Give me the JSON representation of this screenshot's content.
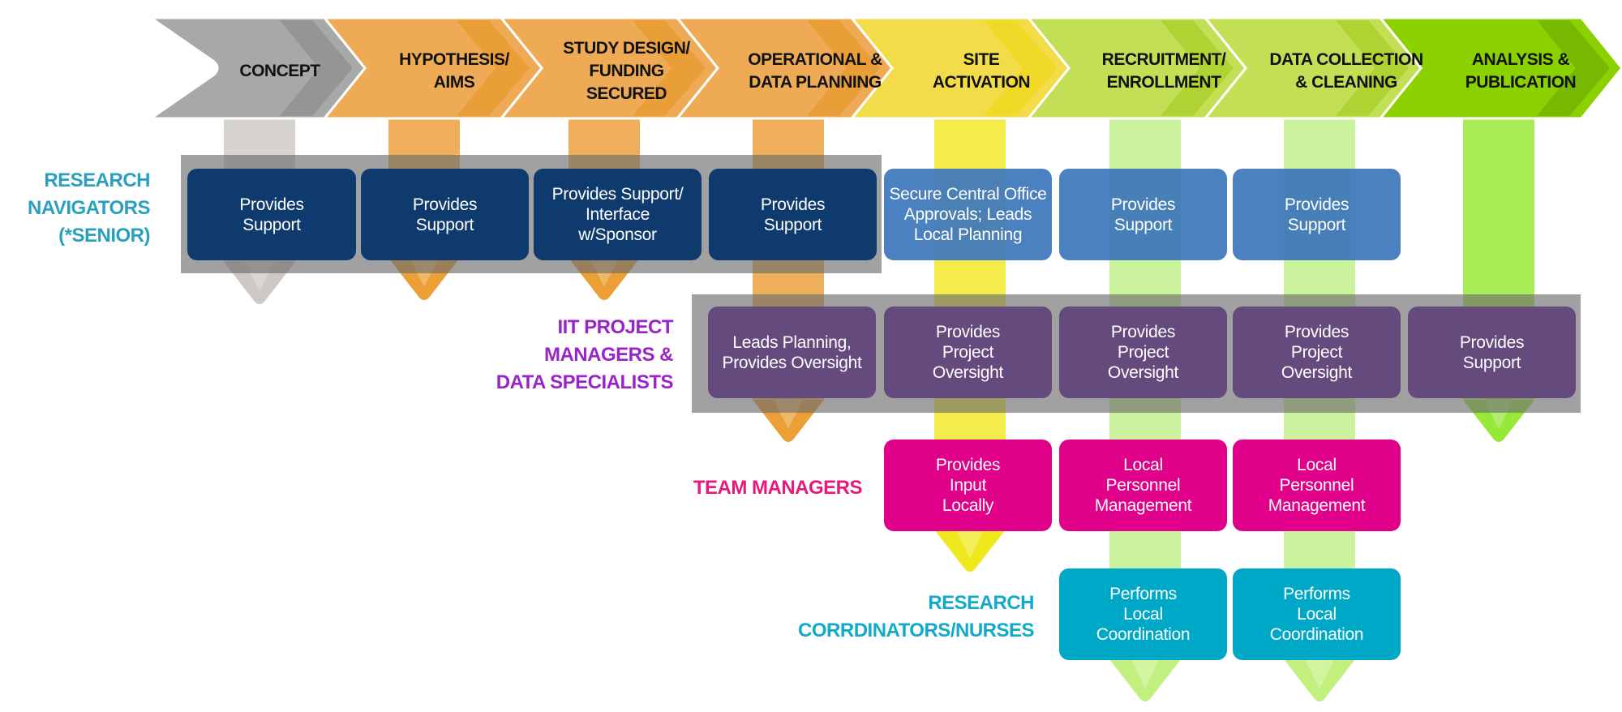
{
  "colors": {
    "gray": "#a8a8a8",
    "orange": "#eeaa55",
    "yellow": "#f3dc4a",
    "lightgreen": "#c3df56",
    "green": "#8bd100",
    "navigator_dark": "#0f3a6e",
    "navigator_light": "#4a80c0",
    "project_manager": "#654a7e",
    "team_manager": "#e0008a",
    "coordinator": "#00a8c8",
    "label_navigator": "#2aa0c0",
    "label_pm": "#9b24c8",
    "label_team": "#e6197d",
    "label_coordinator": "#13a9c9"
  },
  "phases": [
    {
      "label": "CONCEPT"
    },
    {
      "label": "HYPOTHESIS/\nAIMS"
    },
    {
      "label": "STUDY DESIGN/\nFUNDING\nSECURED"
    },
    {
      "label": "OPERATIONAL &\nDATA PLANNING"
    },
    {
      "label": "SITE\nACTIVATION"
    },
    {
      "label": "RECRUITMENT/\nENROLLMENT"
    },
    {
      "label": "DATA COLLECTION\n& CLEANING"
    },
    {
      "label": "ANALYSIS &\nPUBLICATION"
    }
  ],
  "roles": {
    "navigators": {
      "label": "RESEARCH\nNAVIGATORS\n(*SENIOR)",
      "boxes": [
        {
          "text": "Provides\nSupport"
        },
        {
          "text": "Provides\nSupport"
        },
        {
          "text": "Provides Support/\nInterface\nw/Sponsor"
        },
        {
          "text": "Provides\nSupport"
        },
        {
          "text": "Secure Central Office\nApprovals; Leads\nLocal Planning"
        },
        {
          "text": "Provides\nSupport"
        },
        {
          "text": "Provides\nSupport"
        }
      ]
    },
    "project_managers": {
      "label": "IIT PROJECT\nMANAGERS &\nDATA SPECIALISTS",
      "boxes": [
        {
          "text": "Leads Planning,\nProvides Oversight"
        },
        {
          "text": "Provides\nProject\nOversight"
        },
        {
          "text": "Provides\nProject\nOversight"
        },
        {
          "text": "Provides\nProject\nOversight"
        },
        {
          "text": "Provides\nSupport"
        }
      ]
    },
    "team_managers": {
      "label": "TEAM MANAGERS",
      "boxes": [
        {
          "text": "Provides\nInput\nLocally"
        },
        {
          "text": "Local\nPersonnel\nManagement"
        },
        {
          "text": "Local\nPersonnel\nManagement"
        }
      ]
    },
    "coordinators": {
      "label": "RESEARCH\nCORRDINATORS/NURSES",
      "boxes": [
        {
          "text": "Performs\nLocal\nCoordination"
        },
        {
          "text": "Performs\nLocal\nCoordination"
        }
      ]
    }
  }
}
